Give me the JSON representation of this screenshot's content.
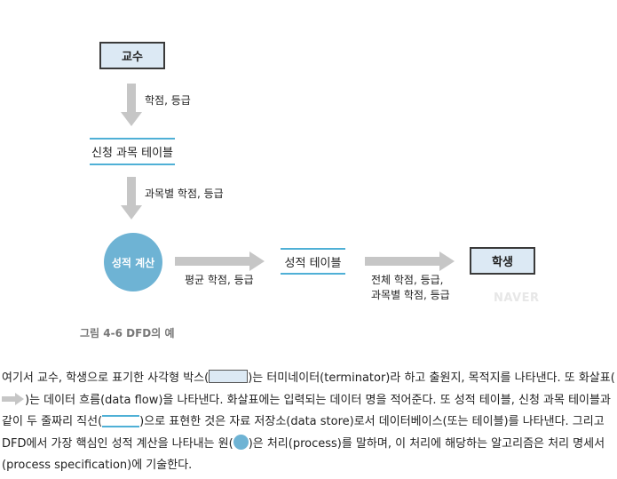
{
  "diagram": {
    "terminator_top": "교수",
    "flow1_label": "학점, 등급",
    "store_course": "신청 과목 테이블",
    "flow2_label": "과목별 학점, 등급",
    "process": "성적 계산",
    "flow3_label": "평균 학점, 등급",
    "store_grade": "성적 테이블",
    "flow4_label_line1": "전체 학점, 등급,",
    "flow4_label_line2": "과목별 학점, 등급",
    "terminator_right": "학생",
    "watermark": "NAVER"
  },
  "caption": "그림 4-6 DFD의 예",
  "paragraph": {
    "t1": "여기서 교수, 학생으로 표기한 사각형 박스(",
    "t2": ")는 터미네이터(terminator)라 하고 출원지, 목적지를 나타낸다. 또 화살표(",
    "t3": ")는 데이터 흐름(data flow)을 나타낸다. 화살표에는 입력되는 데이터 명을 적어준다. 또 성적 테이블, 신청 과목 테이블과 같이 두 줄짜리 직선(",
    "t4": ")으로 표현한 것은 자료 저장소(data store)로서 데이터베이스(또는 테이블)를 나타낸다. 그리고 DFD에서 가장 핵심인 성적 계산을 나타내는 원(",
    "t5": ")은 처리(process)를 말하며, 이 처리에 해당하는 알고리즘은 처리 명세서(process specification)에 기술한다."
  }
}
